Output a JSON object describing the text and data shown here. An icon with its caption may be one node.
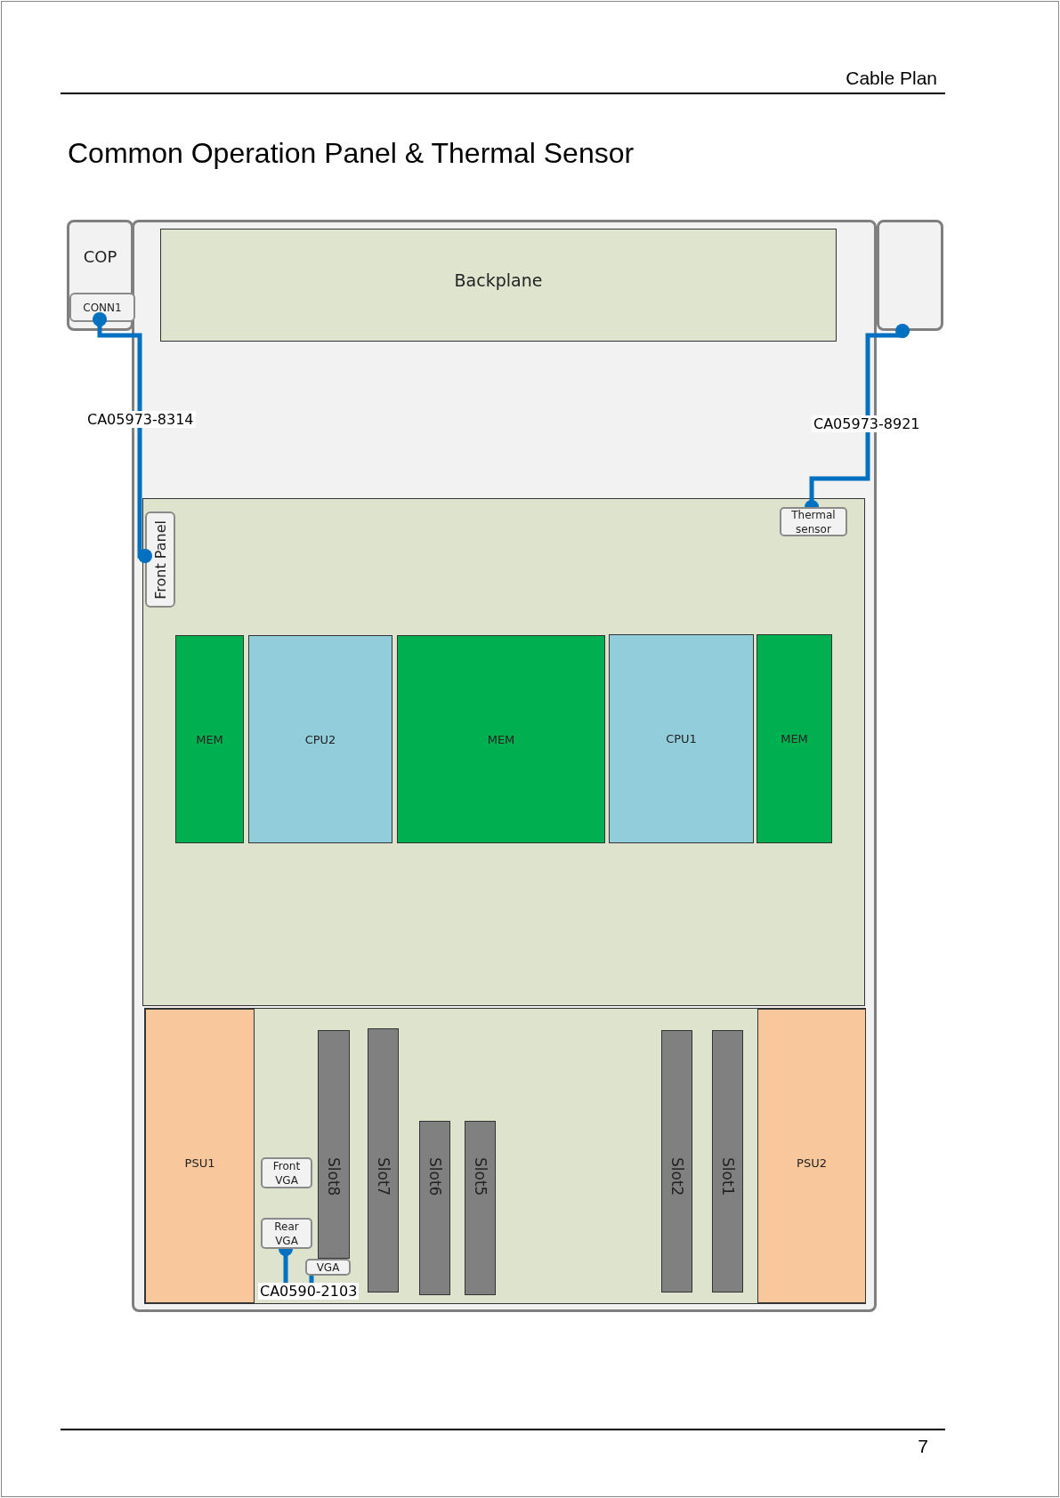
{
  "diagram": {
    "title": "Common Operation Panel & Thermal Sensor",
    "nodes": [
      {
        "text": [
          "COP"
        ]
      },
      {
        "text": [
          "CONN1"
        ],
        "in": 0
      },
      {
        "text": [
          "Backplane"
        ]
      },
      {
        "text": [],
        "shape": "box"
      },
      {
        "text": [
          "Front Panel"
        ]
      },
      {
        "text": [
          "Thermal sensor"
        ]
      },
      {
        "text": [
          "MEM"
        ]
      },
      {
        "text": [
          "CPU2"
        ]
      },
      {
        "text": [
          "MEM"
        ]
      },
      {
        "text": [
          "CPU1"
        ]
      },
      {
        "text": [
          "MEM"
        ]
      },
      {
        "text": [
          "PSU1"
        ]
      },
      {
        "text": [
          "Front VGA"
        ]
      },
      {
        "text": [
          "Rear VGA"
        ]
      },
      {
        "text": [
          "VGA"
        ]
      },
      {
        "text": [
          "Slot8"
        ]
      },
      {
        "text": [
          "Slot7"
        ]
      },
      {
        "text": [
          "Slot6"
        ]
      },
      {
        "text": [
          "Slot5"
        ]
      },
      {
        "text": [
          "Slot2"
        ]
      },
      {
        "text": [
          "Slot1"
        ]
      },
      {
        "text": [
          "PSU2"
        ]
      }
    ],
    "edges": [
      {
        "from": 1,
        "to": 4,
        "arrow": "other",
        "label": "CA05973-8314"
      },
      {
        "from": 3,
        "to": 5,
        "arrow": "other",
        "label": "CA05973-8921"
      },
      {
        "from": 13,
        "to": 14,
        "arrow": "other",
        "label": "CA0590-2103"
      }
    ],
    "labels": [
      "Cable Plan",
      "7"
    ]
  }
}
